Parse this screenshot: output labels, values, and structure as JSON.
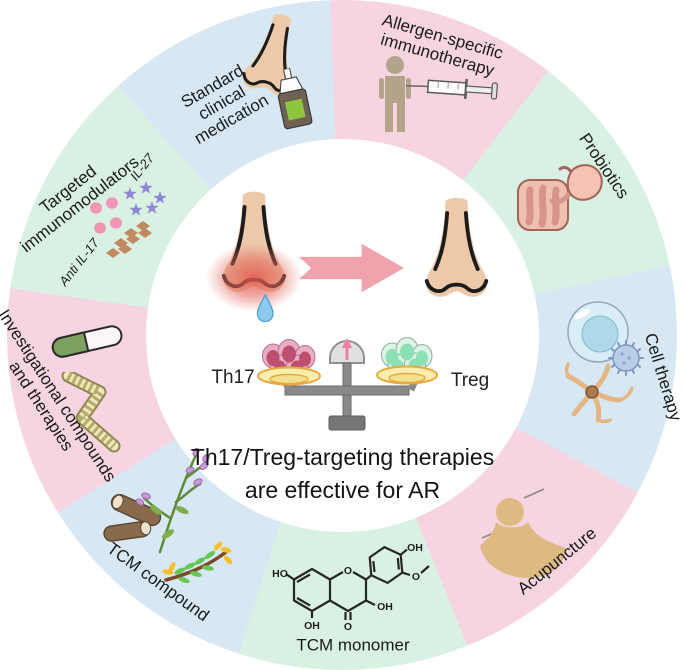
{
  "colors": {
    "pink": "#f6d4e1",
    "green": "#d9f1e2",
    "blue": "#d7e8f4",
    "center_bg": "#ffffff",
    "arrow_pink": "#f0a3ac",
    "th17_cell": "#bf4f6e",
    "treg_cell": "#8ce0b5",
    "pan_yellow": "#f9eeae",
    "scale_gray": "#898989"
  },
  "ring": {
    "start_angle_deg": -2,
    "segment_colors": [
      "pink",
      "green",
      "blue",
      "pink",
      "green",
      "blue",
      "pink",
      "green",
      "blue"
    ]
  },
  "segments": {
    "allergen": {
      "line1": "Allergen-specific",
      "line2": "immunotherapy"
    },
    "probiotics": {
      "label": "Probiotics"
    },
    "cell_therapy": {
      "label": "Cell therapy"
    },
    "acupuncture": {
      "label": "Acupuncture"
    },
    "tcm_monomer": {
      "label": "TCM monomer"
    },
    "tcm_compound": {
      "label": "TCM compound"
    },
    "investigational": {
      "line1": "Investigational compounds",
      "line2": "and therapies"
    },
    "targeted": {
      "line1": "Targeted",
      "line2": "immunomodulators",
      "anti_il17": "Anti IL-17",
      "il27": "IL-27"
    },
    "standard": {
      "line1": "Standard",
      "line2": "clinical",
      "line3": "medication"
    }
  },
  "center": {
    "th17_label": "Th17",
    "treg_label": "Treg",
    "caption_line1": "Th17/Treg-targeting therapies",
    "caption_line2": "are effective for AR"
  },
  "chem_labels": {
    "ho": "HO",
    "oh_c5": "OH",
    "o_ketone": "O",
    "o_ring": "O",
    "oh_c3": "OH",
    "oh_top": "OH",
    "o_methoxy": "O"
  }
}
